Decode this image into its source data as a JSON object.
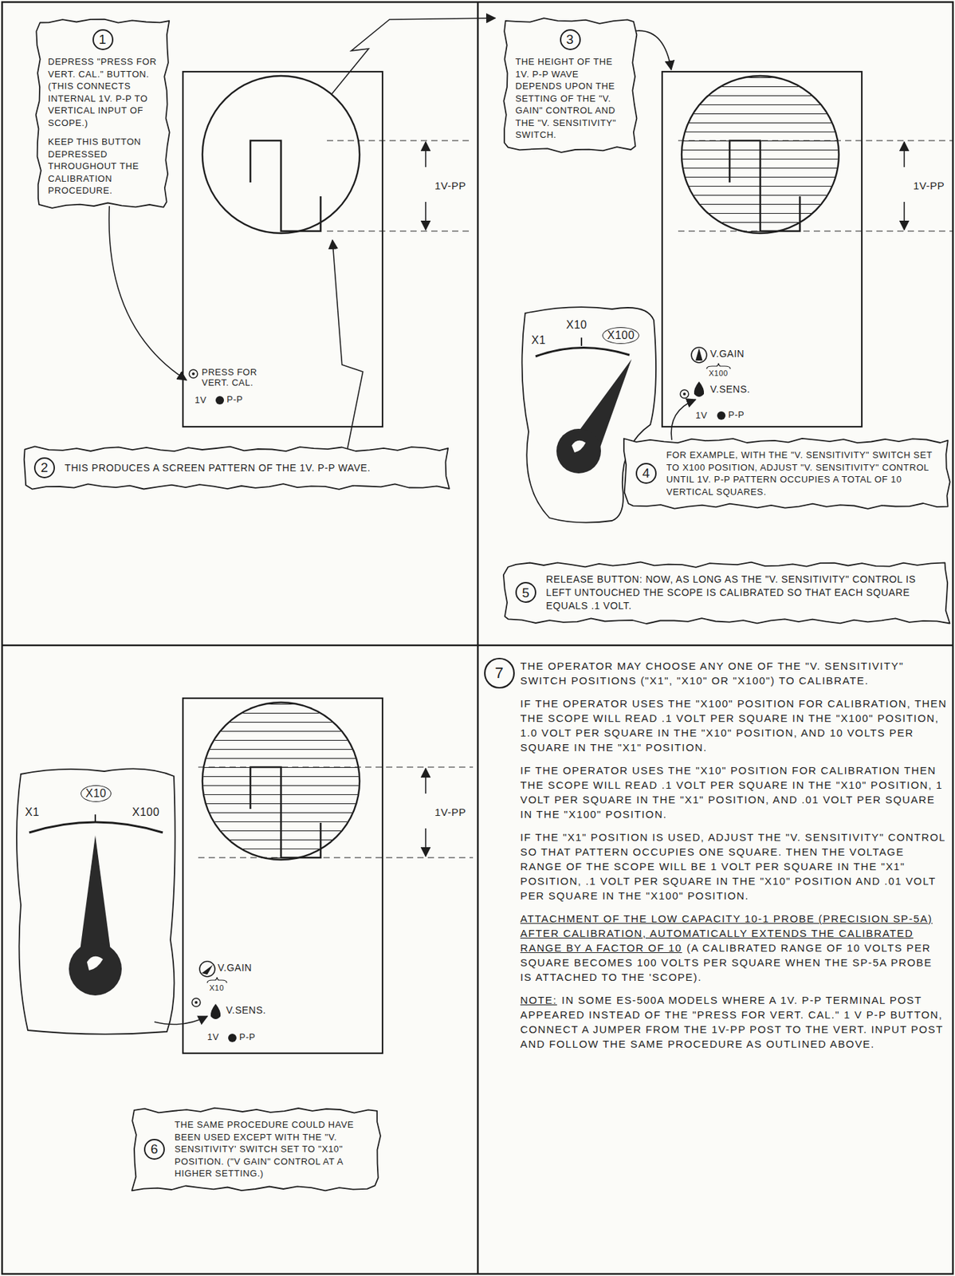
{
  "diagram": {
    "nodes": [
      {
        "text": [
          "1",
          "DEPRESS \"PRESS FOR VERT. CAL.\" BUTTON. (THIS CONNECTS INTERNAL 1V. P-P TO VERTICAL INPUT OF SCOPE.)",
          "KEEP THIS BUTTON DEPRESSED THROUGHOUT THE CALIBRATION PROCEDURE."
        ]
      },
      {
        "text": [
          "2",
          "THIS PRODUCES A SCREEN PATTERN OF THE 1V. P-P WAVE."
        ]
      },
      {
        "text": [
          "3",
          "THE HEIGHT OF THE 1V. P-P WAVE DEPENDS UPON THE SETTING OF THE \"V. GAIN\" CONTROL AND THE \"V. SENSITIVITY\" SWITCH."
        ]
      },
      {
        "text": [
          "4",
          "FOR EXAMPLE, WITH THE \"V. SENSITIVITY\" SWITCH SET TO X100 POSITION, ADJUST \"V. SENSITIVITY\" CONTROL UNTIL 1V. P-P PATTERN OCCUPIES A TOTAL OF 10 VERTICAL SQUARES."
        ]
      },
      {
        "text": [
          "5",
          "RELEASE BUTTON: NOW, AS LONG AS THE \"V. SENSITIVITY\" CONTROL IS LEFT UNTOUCHED THE SCOPE IS CALIBRATED SO THAT EACH SQUARE EQUALS .1 VOLT."
        ]
      },
      {
        "text": [
          "6",
          "THE SAME PROCEDURE COULD HAVE BEEN USED EXCEPT WITH THE \"V. SENSITIVITY' SWITCH SET TO \"X10\" POSITION. (\"V GAIN\" CONTROL AT A HIGHER SETTING.)"
        ]
      },
      {
        "text": [
          "7"
        ]
      }
    ],
    "labels": [
      "1V-PP",
      "PRESS FOR VERT. CAL.",
      "1V",
      "P-P",
      "X1",
      "X10",
      "X100",
      "V.GAIN",
      "X100",
      "V.SENS.",
      "1V",
      "P-P",
      "1V-PP",
      "1V-PP",
      "X1",
      "X10",
      "X100",
      "V.GAIN",
      "X10",
      "V.SENS.",
      "1V",
      "P-P",
      "THE OPERATOR MAY CHOOSE ANY ONE OF THE \"V. SENSITIVITY\" SWITCH POSITIONS (\"X1\", \"X10\" OR \"X100\") TO CALIBRATE.",
      "IF THE OPERATOR USES THE \"X100\" POSITION FOR CALIBRATION, THEN THE SCOPE WILL READ .1 VOLT PER SQUARE IN THE \"X100\" POSITION, 1.0 VOLT PER SQUARE IN THE \"X10\" POSITION, AND 10 VOLTS PER SQUARE IN THE \"X1\" POSITION.",
      "IF THE OPERATOR USES THE \"X10\" POSITION FOR CALIBRATION THEN THE SCOPE WILL READ .1 VOLT PER SQUARE IN THE \"X10\" POSITION, 1 VOLT PER SQUARE IN THE \"X1\" POSITION, AND .01 VOLT PER SQUARE IN THE \"X100\" POSITION.",
      "IF THE \"X1\" POSITION IS USED, ADJUST THE \"V. SENSITIVITY\" CONTROL SO THAT PATTERN OCCUPIES ONE SQUARE. THEN THE VOLTAGE RANGE OF THE SCOPE WILL BE 1 VOLT PER SQUARE IN THE \"X1\" POSITION, .1 VOLT PER SQUARE IN THE \"X10\" POSITION AND .01 VOLT PER SQUARE IN THE \"X100\" POSITION.",
      "ATTACHMENT OF THE LOW CAPACITY 10-1 PROBE (PRECISION SP-5A) AFTER CALIBRATION, AUTOMATICALLY EXTENDS THE CALIBRATED RANGE BY A FACTOR OF 10",
      "(A CALIBRATED RANGE OF 10 VOLTS PER SQUARE BECOMES 100 VOLTS PER SQUARE WHEN THE SP-5A PROBE IS ATTACHED TO THE 'SCOPE).",
      "NOTE:",
      "IN SOME ES-500A MODELS WHERE A 1V. P-P TERMINAL POST APPEARED INSTEAD OF THE \"PRESS FOR VERT. CAL.\" 1 V P-P BUTTON, CONNECT A JUMPER FROM THE 1V-PP POST TO THE VERT. INPUT POST AND FOLLOW THE SAME PROCEDURE AS OUTLINED ABOVE."
    ]
  }
}
